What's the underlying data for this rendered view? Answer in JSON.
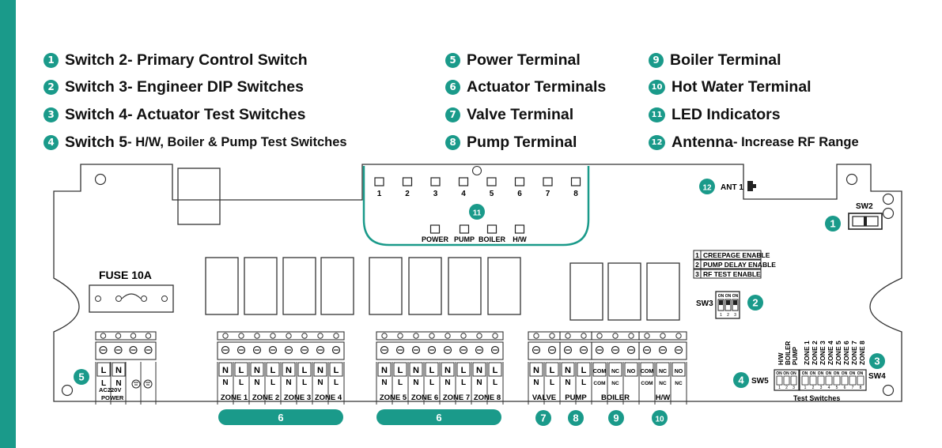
{
  "legend": [
    {
      "num": "1",
      "name": "Switch 2",
      "desc": " - Primary Control Switch"
    },
    {
      "num": "2",
      "name": "Switch 3",
      "desc": " - Engineer DIP Switches"
    },
    {
      "num": "3",
      "name": "Switch 4",
      "desc": " - Actuator Test Switches"
    },
    {
      "num": "4",
      "name": "Switch 5",
      "desc": " - H/W, Boiler & Pump Test Switches"
    },
    {
      "num": "5",
      "name": "Power Terminal",
      "desc": ""
    },
    {
      "num": "6",
      "name": "Actuator Terminals",
      "desc": ""
    },
    {
      "num": "7",
      "name": "Valve Terminal",
      "desc": ""
    },
    {
      "num": "8",
      "name": "Pump Terminal",
      "desc": ""
    },
    {
      "num": "9",
      "name": "Boiler Terminal",
      "desc": ""
    },
    {
      "num": "10",
      "name": "Hot Water Terminal",
      "desc": ""
    },
    {
      "num": "11",
      "name": "LED Indicators",
      "desc": ""
    },
    {
      "num": "12",
      "name": "Antenna",
      "desc": " - Increase RF Range"
    }
  ],
  "board": {
    "fuse": "FUSE 10A",
    "ant": "ANT 1",
    "sw2": "SW2",
    "sw3": "SW3",
    "sw4": "SW4",
    "sw5": "SW5",
    "on": "ON",
    "test_switches": "Test Switches",
    "leds_top": [
      "1",
      "2",
      "3",
      "4",
      "5",
      "6",
      "7",
      "8"
    ],
    "leds_bottom": [
      "POWER",
      "PUMP",
      "BOILER",
      "H/W"
    ],
    "dip": [
      {
        "n": "1",
        "label": "CREEPAGE ENABLE"
      },
      {
        "n": "2",
        "label": "PUMP DELAY ENABLE"
      },
      {
        "n": "3",
        "label": "RF TEST ENABLE"
      }
    ],
    "sw5_labels": [
      "H/W",
      "BOILER",
      "PUMP"
    ],
    "sw5_nums": [
      "1",
      "2",
      "3"
    ],
    "sw4_labels": [
      "ZONE 1",
      "ZONE 2",
      "ZONE 3",
      "ZONE 4",
      "ZONE 5",
      "ZONE 6",
      "ZONE 7",
      "ZONE 8"
    ],
    "sw4_nums": [
      "1",
      "2",
      "3",
      "4",
      "5",
      "6",
      "7",
      "8"
    ],
    "power": {
      "ac": "AC220V",
      "name": "POWER",
      "pins": [
        "L",
        "N"
      ]
    },
    "zones": [
      "ZONE 1",
      "ZONE 2",
      "ZONE 3",
      "ZONE 4",
      "ZONE 5",
      "ZONE 6",
      "ZONE 7",
      "ZONE 8"
    ],
    "nl": [
      "N",
      "L"
    ],
    "valve": "VALVE",
    "pump": "PUMP",
    "boiler": "BOILER",
    "hw": "H/W",
    "relay_pins_top": [
      "COM",
      "NC",
      "NO"
    ],
    "relay_pins_bottom": [
      "COM",
      "NC",
      "NC"
    ],
    "markers": {
      "m1": "1",
      "m2": "2",
      "m3": "3",
      "m4": "4",
      "m5": "5",
      "m11": "11",
      "m12": "12",
      "m6a": "6",
      "m6b": "6",
      "m7": "7",
      "m8": "8",
      "m9": "9",
      "m10": "10"
    }
  },
  "colors": {
    "accent": "#1a9a8a",
    "line": "#333333"
  }
}
